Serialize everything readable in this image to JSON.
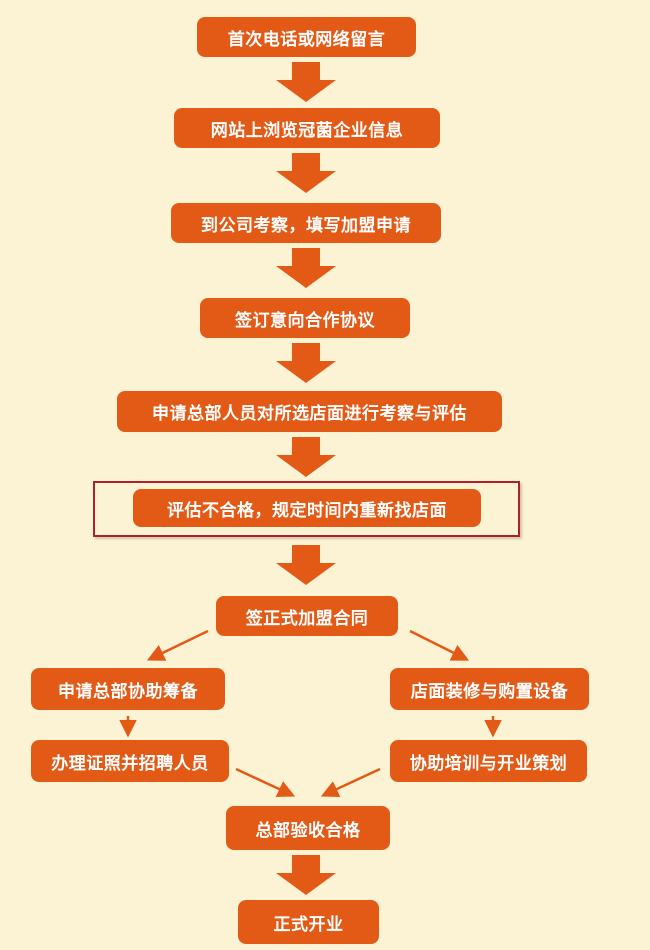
{
  "flow": {
    "step1": "首次电话或网络留言",
    "step2": "网站上浏览冠菌企业信息",
    "step3": "到公司考察，填写加盟申请",
    "step4": "签订意向合作协议",
    "step5": "申请总部人员对所选店面进行考察与评估",
    "step6": "评估不合格，规定时间内重新找店面",
    "step7": "签正式加盟合同",
    "left1": "申请总部协助筹备",
    "left2": "办理证照并招聘人员",
    "right1": "店面装修与购置设备",
    "right2": "协助培训与开业策划",
    "step8": "总部验收合格",
    "step9": "正式开业"
  },
  "colors": {
    "background": "#fbf3d3",
    "box": "#e35a17",
    "arrow": "#e35a17",
    "frame": "#b0202a"
  }
}
